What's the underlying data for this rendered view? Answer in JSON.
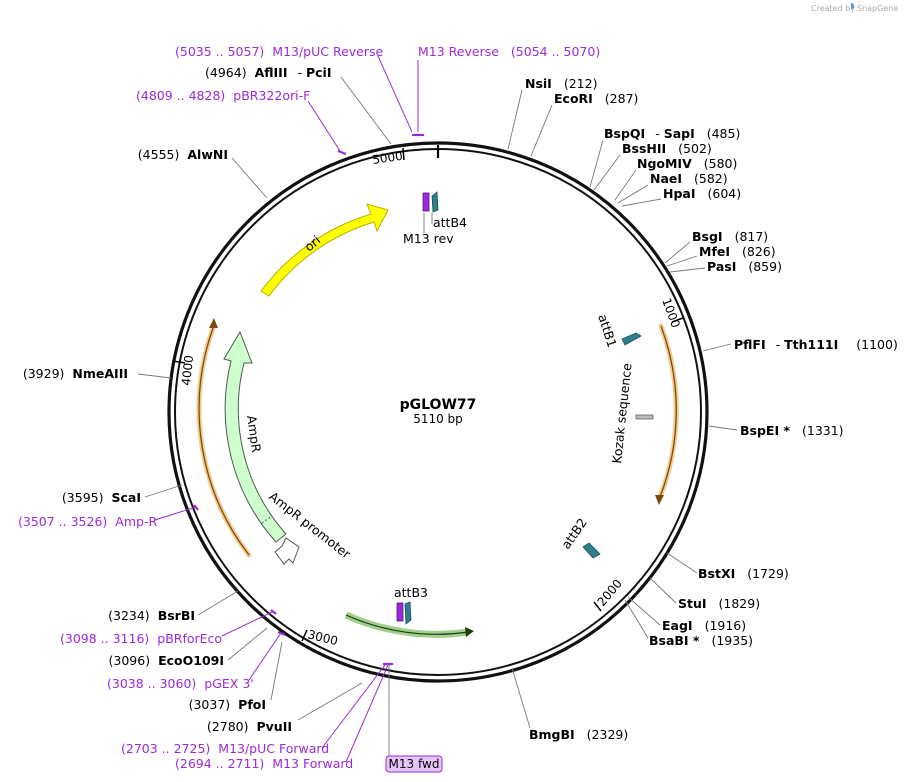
{
  "credit": {
    "prefix": "Created by",
    "brand": "SnapGene"
  },
  "plasmid": {
    "name": "pGLOW77",
    "size": "5110 bp"
  },
  "ticks": {
    "t1000": "1000",
    "t2000": "2000",
    "t3000": "3000",
    "t4000": "4000",
    "t5000": "5000"
  },
  "features": {
    "ori": "ori",
    "ampr": "AmpR",
    "ampr_promoter": "AmpR promoter",
    "kozak": "Kozak sequence",
    "attb1": "attB1",
    "attb2": "attB2",
    "attb3": "attB3",
    "attb4": "attB4",
    "m13rev": "M13 rev",
    "m13fwd_box": "M13 fwd"
  },
  "sites": {
    "nsii": {
      "name": "NsiI",
      "pos": "(212)"
    },
    "ecori": {
      "name": "EcoRI",
      "pos": "(287)"
    },
    "bspqi": {
      "name": "BspQI",
      "dash": "-",
      "name2": "SapI",
      "pos": "(485)"
    },
    "bsshii": {
      "name": "BssHII",
      "pos": "(502)"
    },
    "ngomiv": {
      "name": "NgoMIV",
      "pos": "(580)"
    },
    "naei": {
      "name": "NaeI",
      "pos": "(582)"
    },
    "hpai": {
      "name": "HpaI",
      "pos": "(604)"
    },
    "bsgi": {
      "name": "BsgI",
      "pos": "(817)"
    },
    "mfei": {
      "name": "MfeI",
      "pos": "(826)"
    },
    "pasi": {
      "name": "PasI",
      "pos": "(859)"
    },
    "pflfi": {
      "name": "PflFI",
      "dash": "-",
      "name2": "Tth111I",
      "pos": "(1100)"
    },
    "bspei": {
      "name": "BspEI *",
      "pos": "(1331)"
    },
    "bstxi": {
      "name": "BstXI",
      "pos": "(1729)"
    },
    "stui": {
      "name": "StuI",
      "pos": "(1829)"
    },
    "eagi": {
      "name": "EagI",
      "pos": "(1916)"
    },
    "bsabi": {
      "name": "BsaBI *",
      "pos": "(1935)"
    },
    "bmgbi": {
      "name": "BmgBI",
      "pos": "(2329)"
    },
    "pvuii": {
      "name": "PvuII",
      "pos": "(2780)"
    },
    "pfoi": {
      "name": "PfoI",
      "pos": "(3037)"
    },
    "eco0109i": {
      "name": "EcoO109I",
      "pos": "(3096)"
    },
    "bsrbi": {
      "name": "BsrBI",
      "pos": "(3234)"
    },
    "scai": {
      "name": "ScaI",
      "pos": "(3595)"
    },
    "nmeaiii": {
      "name": "NmeAIII",
      "pos": "(3929)"
    },
    "alwni": {
      "name": "AlwNI",
      "pos": "(4555)"
    },
    "afliii": {
      "name": "AflIII",
      "dash": "-",
      "name2": "PciI",
      "pos": "(4964)"
    }
  },
  "primers": {
    "m13puc_rev": {
      "range": "(5035 .. 5057)",
      "name": "M13/pUC Reverse"
    },
    "m13_rev": {
      "name": "M13 Reverse",
      "range": "(5054 .. 5070)"
    },
    "pbr322ori": {
      "range": "(4809 .. 4828)",
      "name": "pBR322ori-F"
    },
    "ampr_primer": {
      "range": "(3507 .. 3526)",
      "name": "Amp-R"
    },
    "pbrforeco": {
      "range": "(3098 .. 3116)",
      "name": "pBRforEco"
    },
    "pgex3": {
      "range": "(3038 .. 3060)",
      "name": "pGEX 3'"
    },
    "m13puc_fwd": {
      "range": "(2703 .. 2725)",
      "name": "M13/pUC Forward"
    },
    "m13_fwd": {
      "range": "(2694 .. 2711)",
      "name": "M13 Forward"
    }
  },
  "colors": {
    "ori": "#ffff00",
    "ampr": "#ccffcc",
    "orange": "#f0a030",
    "attb": "#2e7f8c",
    "primer": "#9b2bd6",
    "green_bar": "#4ea82e"
  }
}
